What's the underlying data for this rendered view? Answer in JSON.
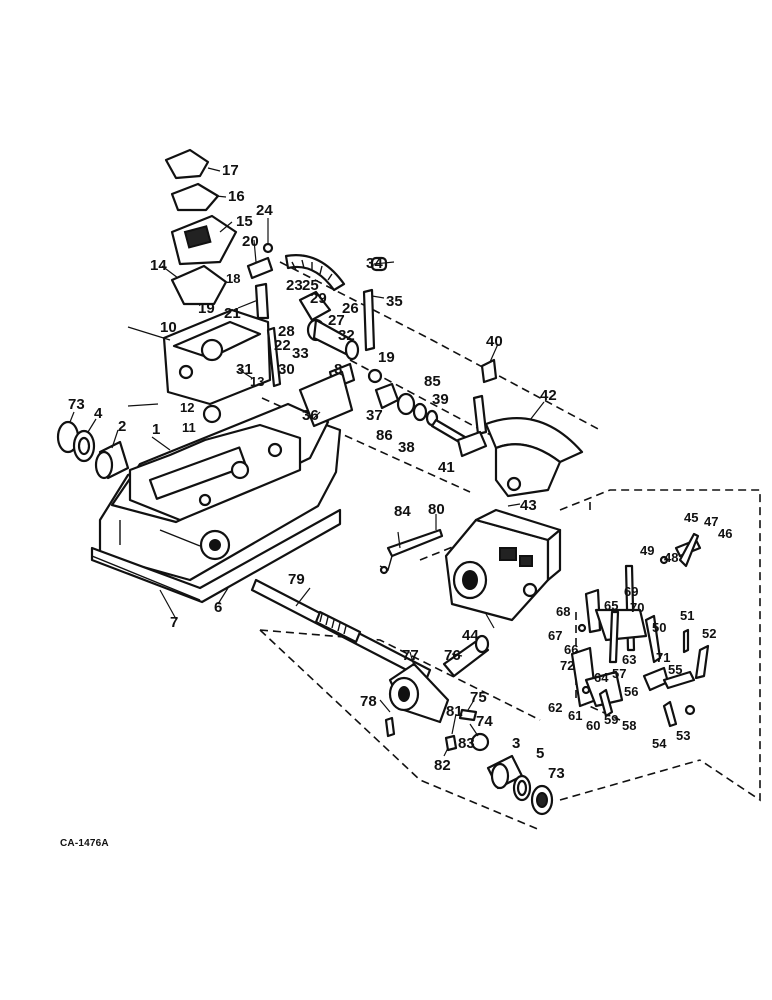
{
  "figure_code": "CA-1476A",
  "callouts": [
    "1",
    "2",
    "3",
    "4",
    "5",
    "6",
    "7",
    "8",
    "10",
    "11",
    "12",
    "13",
    "14",
    "15",
    "16",
    "17",
    "18",
    "19",
    "19",
    "20",
    "21",
    "22",
    "23",
    "24",
    "25",
    "26",
    "27",
    "28",
    "29",
    "30",
    "31",
    "32",
    "33",
    "34",
    "35",
    "36",
    "37",
    "38",
    "39",
    "40",
    "41",
    "42",
    "43",
    "44",
    "45",
    "46",
    "47",
    "48",
    "49",
    "50",
    "51",
    "52",
    "53",
    "54",
    "55",
    "56",
    "57",
    "58",
    "59",
    "60",
    "61",
    "62",
    "63",
    "64",
    "65",
    "66",
    "67",
    "68",
    "69",
    "70",
    "71",
    "72",
    "73",
    "73",
    "74",
    "75",
    "76",
    "77",
    "78",
    "79",
    "80",
    "81",
    "82",
    "83",
    "84",
    "85",
    "86"
  ]
}
